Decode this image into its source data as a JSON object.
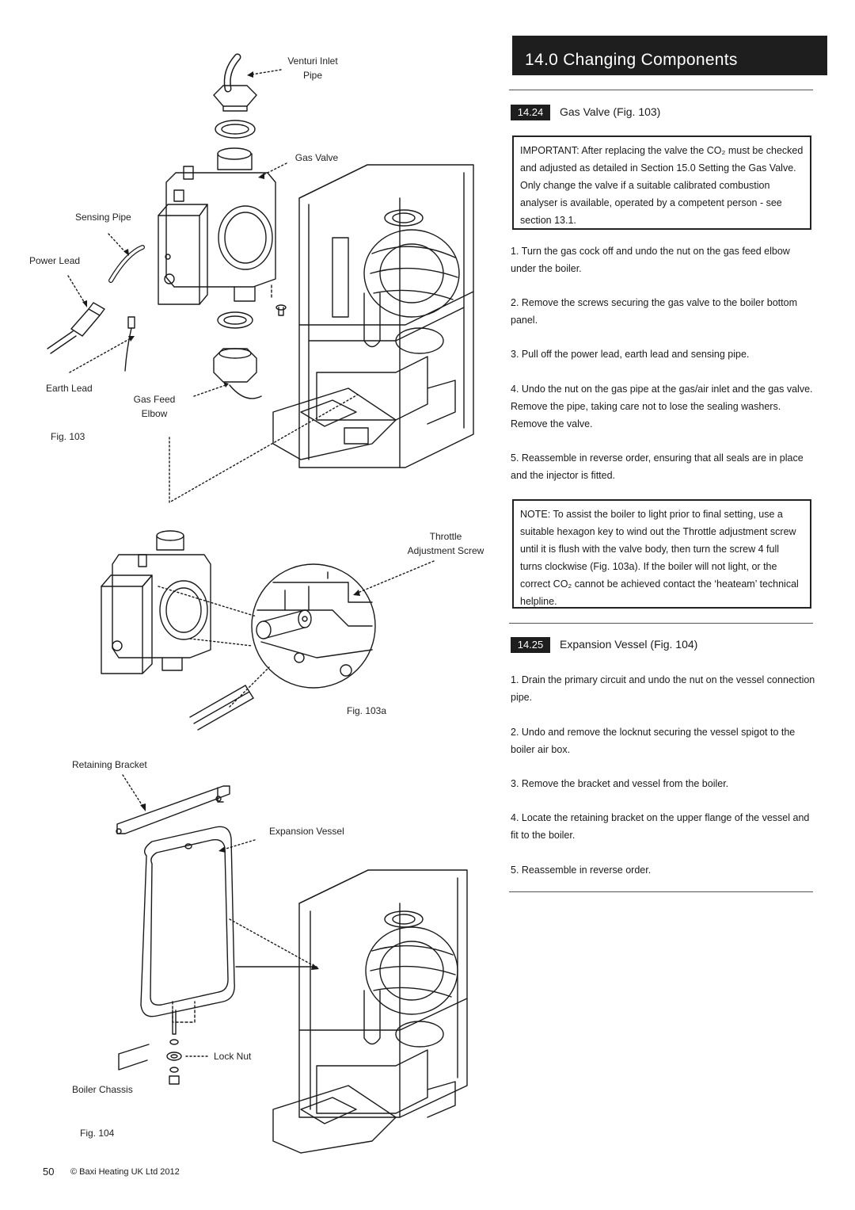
{
  "section": {
    "title": "14.0 Changing Components"
  },
  "sub1": {
    "number": "14.24",
    "title": "Gas Valve (Fig. 103)"
  },
  "important": "IMPORTANT: After replacing the valve the CO₂ must be checked and adjusted as detailed in Section 15.0 Setting the Gas Valve. Only change the valve if a suitable calibrated combustion analyser is available, operated by a competent person - see section 13.1.",
  "steps1": [
    "1. Turn the gas cock off and undo the nut on the gas feed elbow under the boiler.",
    "2. Remove the screws securing the gas valve to the boiler bottom panel.",
    "3. Pull off the power lead, earth lead and sensing pipe.",
    "4. Undo the nut on the gas pipe at the gas/air inlet and the gas valve. Remove the pipe, taking care not to lose the sealing washers. Remove the valve.",
    "5. Reassemble in reverse order, ensuring that all seals are in place and the injector is fitted."
  ],
  "note": "NOTE: To assist the boiler to light prior to final setting, use a suitable hexagon key to wind out the Throttle adjustment screw until it is flush with the valve body, then turn the screw 4 full turns clockwise (Fig. 103a). If the boiler will not light, or the correct CO₂ cannot be achieved contact the ‘heateam’ technical helpline.",
  "sub2": {
    "number": "14.25",
    "title": "Expansion Vessel (Fig. 104)"
  },
  "steps2": [
    "1. Drain the primary circuit and undo the nut on the vessel connection pipe.",
    "2. Undo and remove the locknut securing the vessel spigot to the boiler air box.",
    "3. Remove the bracket and vessel from the boiler.",
    "4. Locate the retaining bracket on the upper flange of the vessel and fit to the boiler.",
    "5. Reassemble in reverse order."
  ],
  "fig103": {
    "caption": "Fig. 103",
    "labels": {
      "venturi_line1": "Venturi Inlet",
      "venturi_line2": "Pipe",
      "gas_valve": "Gas Valve",
      "sensing_pipe": "Sensing Pipe",
      "power_lead": "Power Lead",
      "earth_lead": "Earth Lead",
      "gas_feed_line1": "Gas Feed",
      "gas_feed_line2": "Elbow"
    }
  },
  "fig103a": {
    "caption": "Fig. 103a",
    "labels": {
      "throttle_line1": "Throttle",
      "throttle_line2": "Adjustment Screw"
    }
  },
  "fig104": {
    "caption": "Fig. 104",
    "labels": {
      "retaining_bracket": "Retaining Bracket",
      "expansion_vessel": "Expansion Vessel",
      "lock_nut": "Lock Nut",
      "boiler_chassis": "Boiler Chassis"
    }
  },
  "footer": {
    "page_number": "50",
    "copyright": "© Baxi Heating UK Ltd 2012"
  }
}
